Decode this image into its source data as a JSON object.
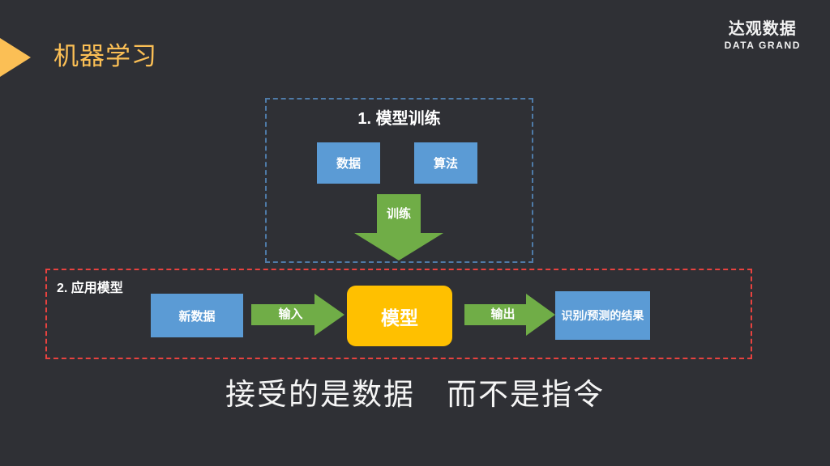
{
  "slide": {
    "background_color": "#2f3035",
    "title": "机器学习",
    "title_color": "#fbbf55",
    "marker_icon": "triangle-right-icon"
  },
  "logo": {
    "cn": "达观数据",
    "en": "DATA GRAND"
  },
  "sections": [
    {
      "id": "training",
      "label": "1. 模型训练",
      "border_color": "#4f7ba8",
      "border_style": "dashed"
    },
    {
      "id": "application",
      "label": "2. 应用模型",
      "border_color": "#e8423f",
      "border_style": "dashed"
    }
  ],
  "nodes": {
    "data": {
      "label": "数据",
      "color": "#5b9bd5"
    },
    "algorithm": {
      "label": "算法",
      "color": "#5b9bd5"
    },
    "new_data": {
      "label": "新数据",
      "color": "#5b9bd5"
    },
    "model": {
      "label": "模型",
      "color": "#ffc000"
    },
    "result": {
      "label": "识别/预测的结果",
      "color": "#5b9bd5"
    }
  },
  "arrows": {
    "train": {
      "label": "训练",
      "color": "#70ad47",
      "direction": "down"
    },
    "input": {
      "label": "输入",
      "color": "#70ad47",
      "direction": "right"
    },
    "output": {
      "label": "输出",
      "color": "#70ad47",
      "direction": "right"
    }
  },
  "footer": {
    "text": "接受的是数据　而不是指令"
  }
}
